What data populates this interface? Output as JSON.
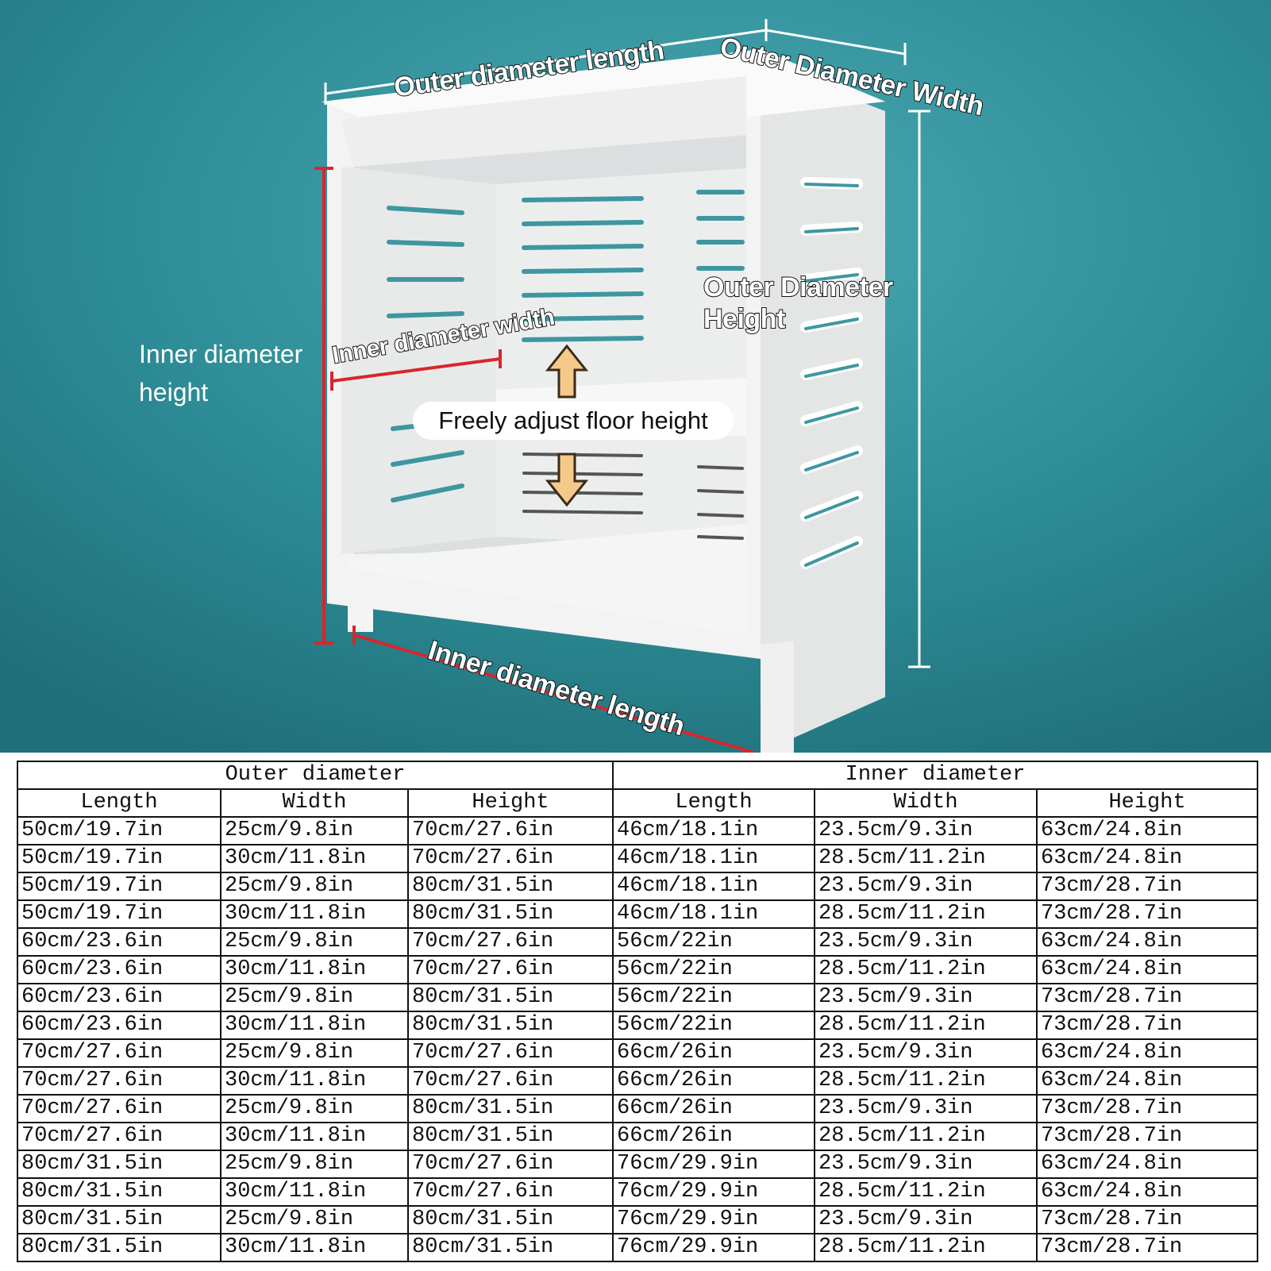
{
  "image": {
    "background_color": "#2e8c95",
    "labels": {
      "outer_length": "Outer diameter length",
      "outer_width": "Outer Diameter Width",
      "outer_height": "Outer Diameter Height",
      "inner_height": "Inner diameter height",
      "inner_width": "Inner diameter width",
      "inner_length": "Inner diameter length",
      "adjust": "Freely adjust floor height"
    }
  },
  "table": {
    "groups": [
      "Outer diameter",
      "Inner diameter"
    ],
    "headers": [
      "Length",
      "Width",
      "Height",
      "Length",
      "Width",
      "Height"
    ],
    "rows": [
      [
        "50cm/19.7in",
        "25cm/9.8in",
        "70cm/27.6in",
        "46cm/18.1in",
        "23.5cm/9.3in",
        "63cm/24.8in"
      ],
      [
        "50cm/19.7in",
        "30cm/11.8in",
        "70cm/27.6in",
        "46cm/18.1in",
        "28.5cm/11.2in",
        "63cm/24.8in"
      ],
      [
        "50cm/19.7in",
        "25cm/9.8in",
        "80cm/31.5in",
        "46cm/18.1in",
        "23.5cm/9.3in",
        "73cm/28.7in"
      ],
      [
        "50cm/19.7in",
        "30cm/11.8in",
        "80cm/31.5in",
        "46cm/18.1in",
        "28.5cm/11.2in",
        "73cm/28.7in"
      ],
      [
        "60cm/23.6in",
        "25cm/9.8in",
        "70cm/27.6in",
        "56cm/22in",
        "23.5cm/9.3in",
        "63cm/24.8in"
      ],
      [
        "60cm/23.6in",
        "30cm/11.8in",
        "70cm/27.6in",
        "56cm/22in",
        "28.5cm/11.2in",
        "63cm/24.8in"
      ],
      [
        "60cm/23.6in",
        "25cm/9.8in",
        "80cm/31.5in",
        "56cm/22in",
        "23.5cm/9.3in",
        "73cm/28.7in"
      ],
      [
        "60cm/23.6in",
        "30cm/11.8in",
        "80cm/31.5in",
        "56cm/22in",
        "28.5cm/11.2in",
        "73cm/28.7in"
      ],
      [
        "70cm/27.6in",
        "25cm/9.8in",
        "70cm/27.6in",
        "66cm/26in",
        "23.5cm/9.3in",
        "63cm/24.8in"
      ],
      [
        "70cm/27.6in",
        "30cm/11.8in",
        "70cm/27.6in",
        "66cm/26in",
        "28.5cm/11.2in",
        "63cm/24.8in"
      ],
      [
        "70cm/27.6in",
        "25cm/9.8in",
        "80cm/31.5in",
        "66cm/26in",
        "23.5cm/9.3in",
        "73cm/28.7in"
      ],
      [
        "70cm/27.6in",
        "30cm/11.8in",
        "80cm/31.5in",
        "66cm/26in",
        "28.5cm/11.2in",
        "73cm/28.7in"
      ],
      [
        "80cm/31.5in",
        "25cm/9.8in",
        "70cm/27.6in",
        "76cm/29.9in",
        "23.5cm/9.3in",
        "63cm/24.8in"
      ],
      [
        "80cm/31.5in",
        "30cm/11.8in",
        "70cm/27.6in",
        "76cm/29.9in",
        "28.5cm/11.2in",
        "63cm/24.8in"
      ],
      [
        "80cm/31.5in",
        "25cm/9.8in",
        "80cm/31.5in",
        "76cm/29.9in",
        "23.5cm/9.3in",
        "73cm/28.7in"
      ],
      [
        "80cm/31.5in",
        "30cm/11.8in",
        "80cm/31.5in",
        "76cm/29.9in",
        "28.5cm/11.2in",
        "73cm/28.7in"
      ]
    ]
  }
}
